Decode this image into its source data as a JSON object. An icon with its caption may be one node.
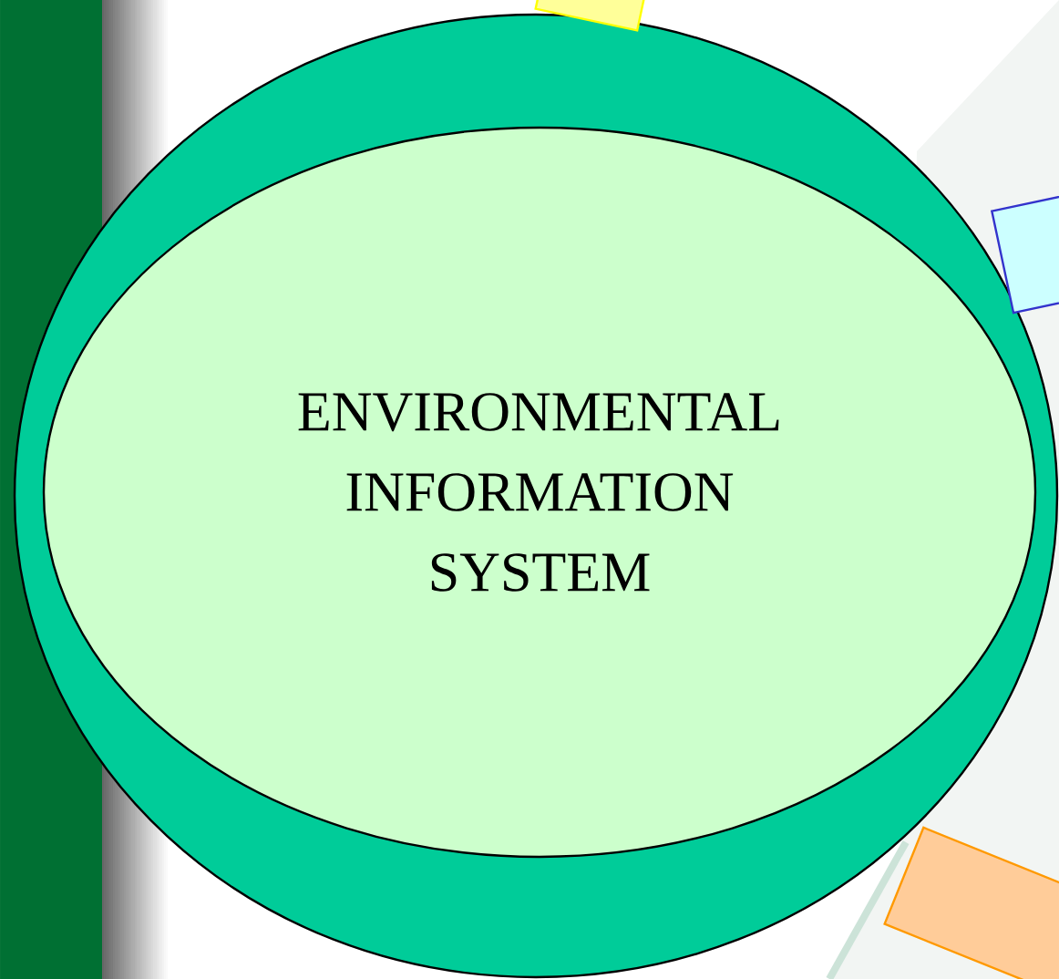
{
  "diagram": {
    "nodes": [
      {
        "text": [],
        "shape": "ellipse"
      },
      {
        "text": [
          "ENVIRONMENTAL INFORMATION SYSTEM"
        ],
        "in": 0
      },
      {
        "text": [],
        "shape": "box"
      },
      {
        "text": [],
        "shape": "box"
      },
      {
        "text": [],
        "shape": "box"
      }
    ]
  }
}
